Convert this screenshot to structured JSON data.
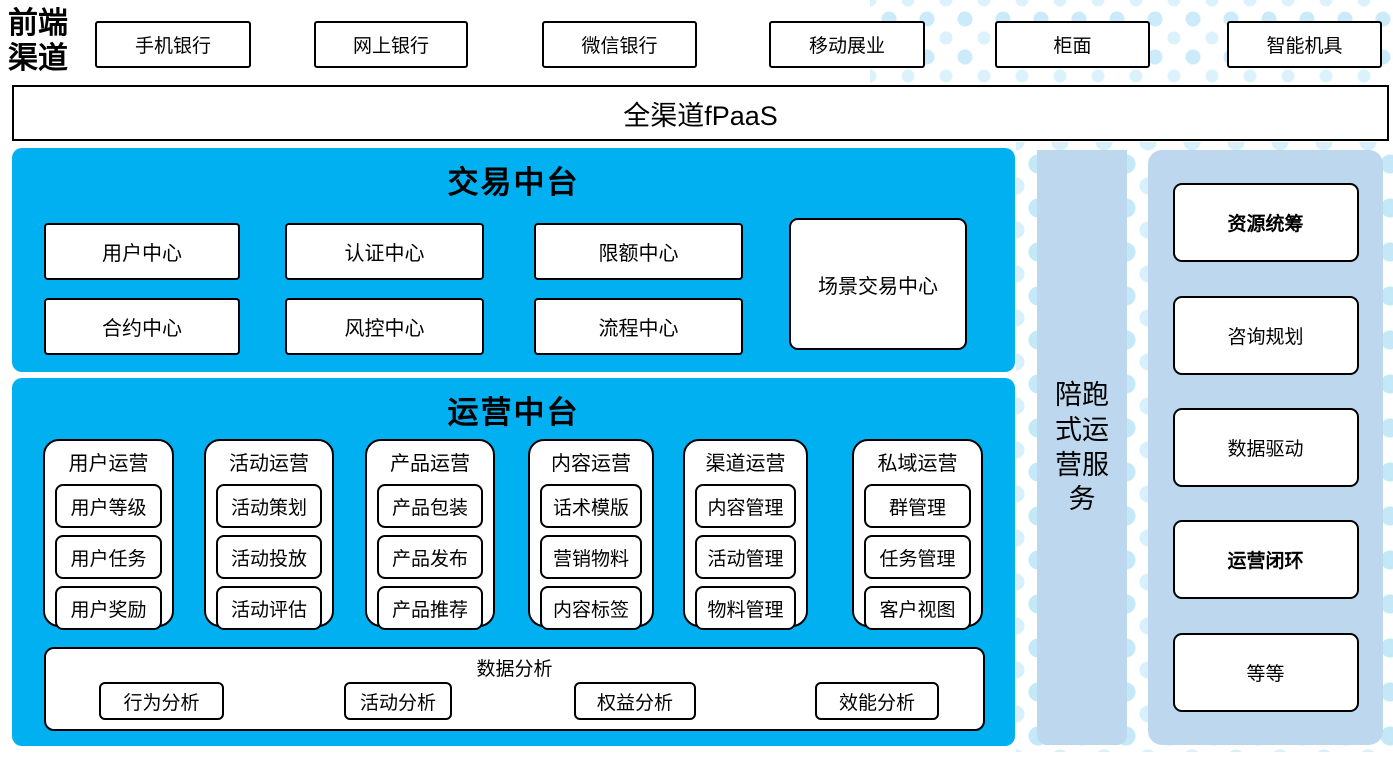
{
  "colors": {
    "platform_blue": "#00B0F0",
    "side_light_blue": "#BDD7EE",
    "dot_blue": "#CDE9F8"
  },
  "front_channels": {
    "label": "前端渠道",
    "items": [
      "手机银行",
      "网上银行",
      "微信银行",
      "移动展业",
      "柜面",
      "智能机具"
    ]
  },
  "fpaas": {
    "label": "全渠道fPaaS"
  },
  "trade_platform": {
    "title": "交易中台",
    "centers": [
      "用户中心",
      "认证中心",
      "限额中心",
      "合约中心",
      "风控中心",
      "流程中心"
    ],
    "scene_center": "场景交易中心"
  },
  "ops_platform": {
    "title": "运营中台",
    "columns": [
      {
        "header": "用户运营",
        "items": [
          "用户等级",
          "用户任务",
          "用户奖励"
        ]
      },
      {
        "header": "活动运营",
        "items": [
          "活动策划",
          "活动投放",
          "活动评估"
        ]
      },
      {
        "header": "产品运营",
        "items": [
          "产品包装",
          "产品发布",
          "产品推荐"
        ]
      },
      {
        "header": "内容运营",
        "items": [
          "话术模版",
          "营销物料",
          "内容标签"
        ]
      },
      {
        "header": "渠道运营",
        "items": [
          "内容管理",
          "活动管理",
          "物料管理"
        ]
      },
      {
        "header": "私域运营",
        "items": [
          "群管理",
          "任务管理",
          "客户视图"
        ]
      }
    ],
    "analysis": {
      "title": "数据分析",
      "items": [
        "行为分析",
        "活动分析",
        "权益分析",
        "效能分析"
      ]
    }
  },
  "coach_service": {
    "label": "陪跑式运营服务"
  },
  "service_items": [
    "资源统筹",
    "咨询规划",
    "数据驱动",
    "运营闭环",
    "等等"
  ]
}
